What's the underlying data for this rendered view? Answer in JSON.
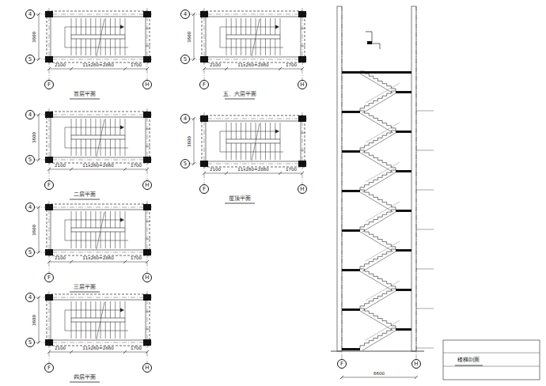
{
  "diagram": {
    "nodes": [
      {
        "text": [
          "4"
        ]
      },
      {
        "text": [
          "5"
        ]
      },
      {
        "text": [
          "F"
        ]
      },
      {
        "text": [
          "H"
        ]
      },
      {
        "text": [
          "4"
        ]
      },
      {
        "text": [
          "5"
        ]
      },
      {
        "text": [
          "F"
        ]
      },
      {
        "text": [
          "H"
        ]
      },
      {
        "text": [
          "4"
        ]
      },
      {
        "text": [
          "5"
        ]
      },
      {
        "text": [
          "F"
        ]
      },
      {
        "text": [
          "H"
        ]
      },
      {
        "text": [
          "4"
        ]
      },
      {
        "text": [
          "5"
        ]
      },
      {
        "text": [
          "F"
        ]
      },
      {
        "text": [
          "H"
        ]
      },
      {
        "text": [
          "4"
        ]
      },
      {
        "text": [
          "5"
        ]
      },
      {
        "text": [
          "F"
        ]
      },
      {
        "text": [
          "H"
        ]
      },
      {
        "text": [
          "4"
        ]
      },
      {
        "text": [
          "5"
        ]
      },
      {
        "text": [
          "F"
        ]
      },
      {
        "text": [
          "H"
        ]
      },
      {
        "text": [
          "F"
        ]
      },
      {
        "text": [
          "H"
        ]
      }
    ],
    "labels": [
      "首层平面",
      "3600",
      "2100",
      "11x260=2860",
      "1700",
      "二层平面",
      "3600",
      "2100",
      "11x260=2860",
      "1700",
      "三层平面",
      "3600",
      "2100",
      "11x260=2860",
      "1700",
      "四层平面",
      "3600",
      "2100",
      "11x260=2860",
      "1700",
      "五、六层平面",
      "3600",
      "2100",
      "11x260=2860",
      "1700",
      "屋顶平面",
      "3600",
      "2100",
      "11x260=2860",
      "1700",
      "6600",
      "楼梯剖面"
    ]
  }
}
